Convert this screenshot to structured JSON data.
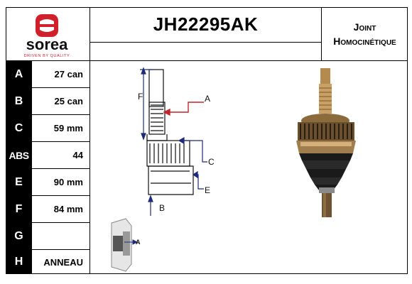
{
  "header": {
    "part_number": "JH22295AK",
    "description_line1": "Joint",
    "description_line2": "Homocinétique"
  },
  "logo": {
    "brand": "sorea",
    "tagline": "DRIVEN BY QUALITY",
    "color": "#d0202c"
  },
  "specs": [
    {
      "key": "A",
      "value": "27 can"
    },
    {
      "key": "B",
      "value": "25 can"
    },
    {
      "key": "C",
      "value": "59 mm"
    },
    {
      "key": "ABS",
      "value": "44"
    },
    {
      "key": "E",
      "value": "90 mm"
    },
    {
      "key": "F",
      "value": "84 mm"
    },
    {
      "key": "G",
      "value": ""
    },
    {
      "key": "H",
      "value": "ANNEAU"
    }
  ],
  "diagram": {
    "labels": {
      "a": "A",
      "b": "B",
      "c": "C",
      "e": "E",
      "f": "F",
      "a_small": "A"
    },
    "arrow_red": "#c0272d",
    "arrow_blue": "#1f2a7a"
  }
}
